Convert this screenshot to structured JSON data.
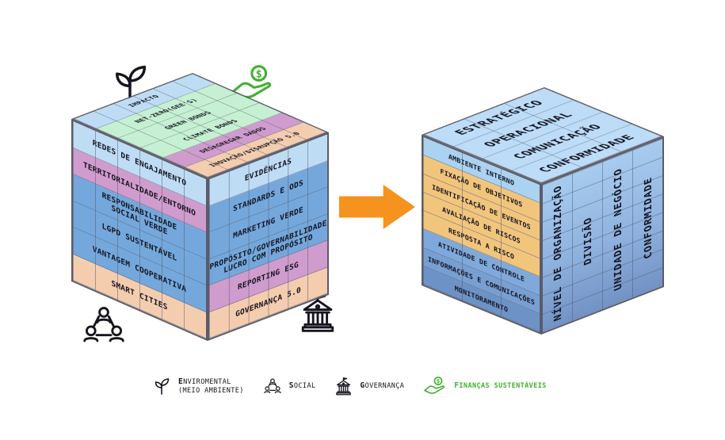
{
  "diagram": {
    "left_cube": {
      "top_face": {
        "rows": [
          {
            "label": "IMPACTO",
            "color": "#BFDCF5"
          },
          {
            "label": "NET-ZERO(GEE'S)",
            "color": "#C6F0D2"
          },
          {
            "label": "GREEN BONDS",
            "color": "#C6F0D2"
          },
          {
            "label": "CLIMATE BONDS",
            "color": "#C6F0D2"
          },
          {
            "label": "DESAGREGAR DADOS",
            "color": "#D09CCD"
          },
          {
            "label": "INOVAÇÃO/DISRUPÇÃO 5.0",
            "color": "#F4CDAF"
          }
        ]
      },
      "left_face": {
        "rows": [
          {
            "label": "REDES DE ENGAJAMENTO",
            "color": "#BFDCF5"
          },
          {
            "label": "TERRITORIALIDADE/ENTORNO",
            "color": "#D09CCD"
          },
          {
            "label": "RESPONSABILIDADE\nSOCIAL VERDE",
            "color": "#74A8DC"
          },
          {
            "label": "LGPD SUSTENTÁVEL",
            "color": "#74A8DC"
          },
          {
            "label": "VANTAGEM COOPERATIVA",
            "color": "#74A8DC"
          },
          {
            "label": "SMART CITIES",
            "color": "#F4CDAF"
          }
        ]
      },
      "right_face": {
        "rows": [
          {
            "label": "EVIDÊNCIAS",
            "color": "#BFDCF5"
          },
          {
            "label": "STANDARDS E ODS",
            "color": "#74A8DC"
          },
          {
            "label": "MARKETING VERDE",
            "color": "#74A8DC"
          },
          {
            "label": "PROPÓSITO/GOVERNABILIDADE\nLUCRO COM PROPÓSITO",
            "color": "#74A8DC"
          },
          {
            "label": "REPORTING ESG",
            "color": "#D09CCD"
          },
          {
            "label": "GOVERNANÇA 5.0",
            "color": "#F4CDAF"
          }
        ]
      }
    },
    "right_cube": {
      "top_face": {
        "rows": [
          {
            "label": "ESTRATÉGICO",
            "color": "#BCDCF7"
          },
          {
            "label": "OPERACIONAL",
            "color": "#BCDCF7"
          },
          {
            "label": "COMUNICAÇÃO",
            "color": "#BCDCF7"
          },
          {
            "label": "CONFORMIDADE",
            "color": "#BCDCF7"
          }
        ]
      },
      "left_face": {
        "rows": [
          {
            "label": "AMBIENTE INTERNO",
            "color": "#ABD2F1"
          },
          {
            "label": "FIXAÇÃO DE OBJETIVOS",
            "color": "#F2C57D"
          },
          {
            "label": "IDENTIFICAÇÃO DE EVENTOS",
            "color": "#F2C57D"
          },
          {
            "label": "AVALIAÇÃO DE RISCOS",
            "color": "#F2C57D"
          },
          {
            "label": "RESPOSTA A RISCO",
            "color": "#F2C57D"
          },
          {
            "label": "ATIVIDADE DE CONTROLE",
            "color": "#7FA9DA"
          },
          {
            "label": "INFORMAÇÕES E COMUNICAÇÕES",
            "color": "#789FD1"
          },
          {
            "label": "MONITORAMENTO",
            "color": "#6D92C6"
          }
        ]
      },
      "right_face": {
        "columns": [
          {
            "label": "NÍVEL DE ORGANIZAÇÃO"
          },
          {
            "label": "DIVISÃO"
          },
          {
            "label": "UNIDADE DE NEGÓCIO"
          },
          {
            "label": "CONFORMIDADE"
          }
        ]
      }
    },
    "arrow": {
      "icon": "arrow-right-icon",
      "color": "#F6921E"
    },
    "decor_icons": [
      {
        "icon": "plant-icon"
      },
      {
        "icon": "hand-coin-icon"
      },
      {
        "icon": "social-icon"
      },
      {
        "icon": "bank-icon"
      }
    ]
  },
  "legend": {
    "items": [
      {
        "icon": "plant-icon",
        "label": "ENVIROMENTAL\n(MEIO AMBIENTE)"
      },
      {
        "icon": "social-icon",
        "label": "SOCIAL"
      },
      {
        "icon": "bank-icon",
        "label": "GOVERNANÇA"
      },
      {
        "icon": "hand-coin-icon",
        "label": "FINANÇAS SUSTENTÁVEIS",
        "color": "#3FB22E"
      }
    ]
  },
  "colors": {
    "green_row": "#C6F0D2",
    "pink_row": "#D09CCD",
    "tan_row": "#F4CDAF",
    "light_blue_row": "#BFDCF5",
    "blue_row": "#74A8DC",
    "orange_row": "#F2C57D",
    "arrow_orange": "#F6921E",
    "finance_green": "#3FB22E"
  }
}
